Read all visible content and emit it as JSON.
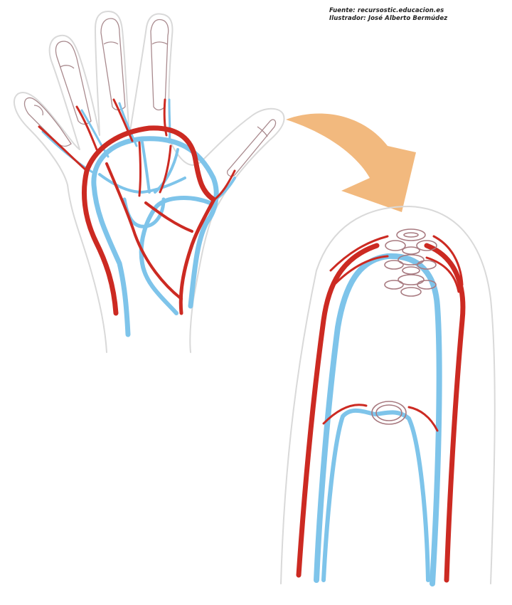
{
  "credits": {
    "source": "Fuente: recursostic.educacion.es",
    "illustrator": "Ilustrador: José Alberto Bermúdez"
  },
  "diagram": {
    "subject": "Blood vessels of the hand and fingertip capillaries",
    "elements": [
      {
        "id": "hand",
        "label": "hand-with-arteries-and-veins"
      },
      {
        "id": "arrow",
        "label": "zoom-arrow"
      },
      {
        "id": "fingertip",
        "label": "fingertip-capillary-detail"
      }
    ],
    "colors": {
      "artery": "#cc2a22",
      "vein": "#7ec4ea",
      "arrow": "#f2b97e",
      "outline": "#d9d9d9",
      "capillary": "#a87a80"
    }
  }
}
